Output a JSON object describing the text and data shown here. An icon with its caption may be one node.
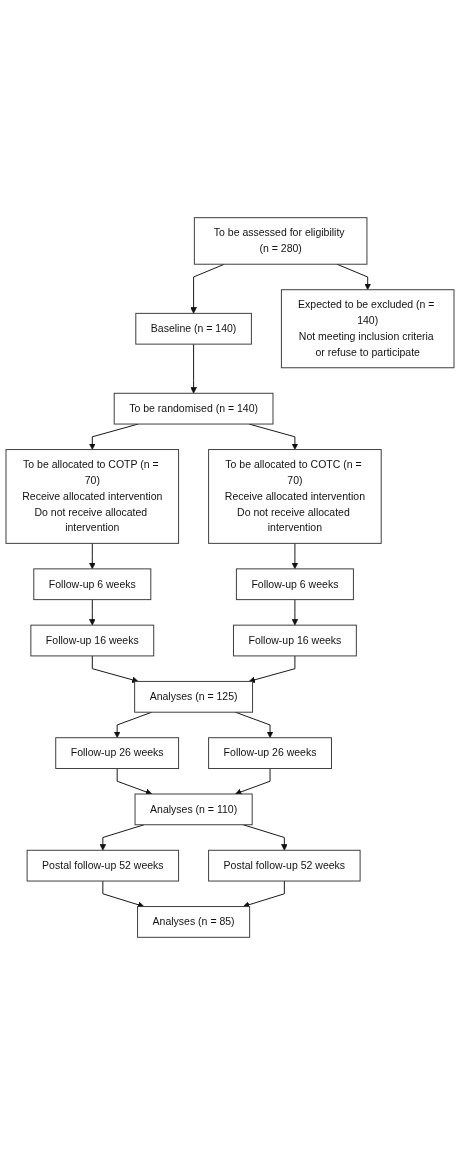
{
  "diagram": {
    "nodes": [
      {
        "text": [
          "To be assessed for eligibility (n = 280)"
        ]
      },
      {
        "text": [
          "Expected to be excluded (n = 140)",
          "Not meeting inclusion criteria or refuse to participate"
        ]
      },
      {
        "text": [
          "Baseline (n = 140)"
        ]
      },
      {
        "text": [
          "To be randomised (n = 140)"
        ]
      },
      {
        "text": [
          "To be allocated to COTP (n = 70)",
          "Receive allocated intervention",
          "Do not receive allocated intervention"
        ]
      },
      {
        "text": [
          "To be allocated to COTC (n = 70)",
          "Receive allocated intervention",
          "Do not receive allocated intervention"
        ]
      },
      {
        "text": [
          "Follow-up 6 weeks"
        ]
      },
      {
        "text": [
          "Follow-up 6 weeks"
        ]
      },
      {
        "text": [
          "Follow-up 16 weeks"
        ]
      },
      {
        "text": [
          "Follow-up 16 weeks"
        ]
      },
      {
        "text": [
          "Analyses (n = 125)"
        ]
      },
      {
        "text": [
          "Follow-up 26 weeks"
        ]
      },
      {
        "text": [
          "Follow-up 26 weeks"
        ]
      },
      {
        "text": [
          "Analyses (n = 110)"
        ]
      },
      {
        "text": [
          "Postal follow-up 52 weeks"
        ]
      },
      {
        "text": [
          "Postal follow-up 52 weeks"
        ]
      },
      {
        "text": [
          "Analyses (n = 85)"
        ]
      }
    ],
    "edges": [
      {
        "from": 0,
        "to": 2,
        "arrow": "to"
      },
      {
        "from": 0,
        "to": 1,
        "arrow": "to"
      },
      {
        "from": 2,
        "to": 3,
        "arrow": "to"
      },
      {
        "from": 3,
        "to": 4,
        "arrow": "to"
      },
      {
        "from": 3,
        "to": 5,
        "arrow": "to"
      },
      {
        "from": 4,
        "to": 6,
        "arrow": "to"
      },
      {
        "from": 5,
        "to": 7,
        "arrow": "to"
      },
      {
        "from": 6,
        "to": 8,
        "arrow": "to"
      },
      {
        "from": 7,
        "to": 9,
        "arrow": "to"
      },
      {
        "from": 8,
        "to": 10,
        "arrow": "to"
      },
      {
        "from": 9,
        "to": 10,
        "arrow": "to"
      },
      {
        "from": 10,
        "to": 11,
        "arrow": "to"
      },
      {
        "from": 10,
        "to": 12,
        "arrow": "to"
      },
      {
        "from": 11,
        "to": 13,
        "arrow": "to"
      },
      {
        "from": 12,
        "to": 13,
        "arrow": "to"
      },
      {
        "from": 13,
        "to": 14,
        "arrow": "to"
      },
      {
        "from": 13,
        "to": 15,
        "arrow": "to"
      },
      {
        "from": 14,
        "to": 16,
        "arrow": "to"
      },
      {
        "from": 15,
        "to": 16,
        "arrow": "to"
      }
    ]
  }
}
